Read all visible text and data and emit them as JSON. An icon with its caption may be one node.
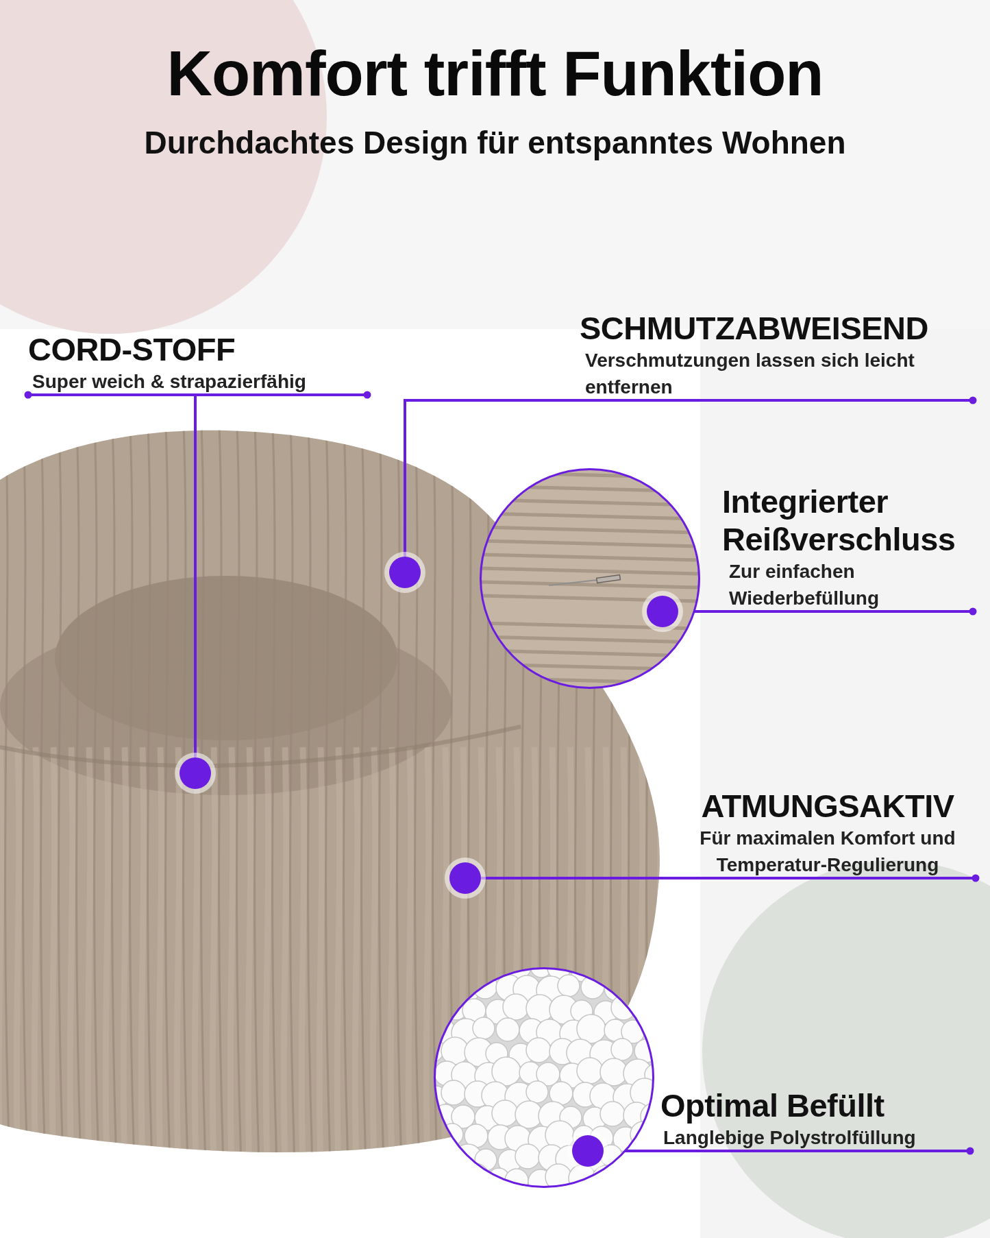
{
  "diagram": {
    "title": "Komfort trifft Funktion",
    "labels": [
      "Durchdachtes Design für entspanntes Wohnen"
    ],
    "nodes": [
      {
        "text": [
          "CORD-STOFF",
          "Super weich & strapazierfähig"
        ]
      },
      {
        "text": [
          "SCHMUTZABWEISEND",
          "Verschmutzungen lassen sich leicht entfernen"
        ]
      },
      {
        "text": [
          "Integrierter Reißverschluss",
          "Zur einfachen Wiederbefüllung"
        ]
      },
      {
        "text": [
          "ATMUNGSAKTIV",
          "Für maximalen Komfort und Temperatur-Regulierung"
        ]
      },
      {
        "text": [
          "Optimal Befüllt",
          "Langlebige Polystrolfüllung"
        ]
      },
      {
        "text": [],
        "shape": "circle"
      },
      {
        "text": [],
        "shape": "circle"
      },
      {
        "text": [],
        "shape": "picture"
      },
      {
        "text": [],
        "shape": "circle",
        "in": 7
      },
      {
        "text": [],
        "shape": "circle"
      },
      {
        "text": [],
        "shape": "picture"
      },
      {
        "text": [],
        "shape": "circle",
        "in": 10
      }
    ],
    "edges": [
      {
        "from": 0,
        "to": 5,
        "arrow": "other"
      },
      {
        "from": 1,
        "to": 6,
        "arrow": "other"
      },
      {
        "from": 2,
        "to": 8,
        "arrow": "other"
      },
      {
        "from": 3,
        "to": 9,
        "arrow": "other"
      },
      {
        "from": 4,
        "to": 11,
        "arrow": "other"
      }
    ]
  }
}
